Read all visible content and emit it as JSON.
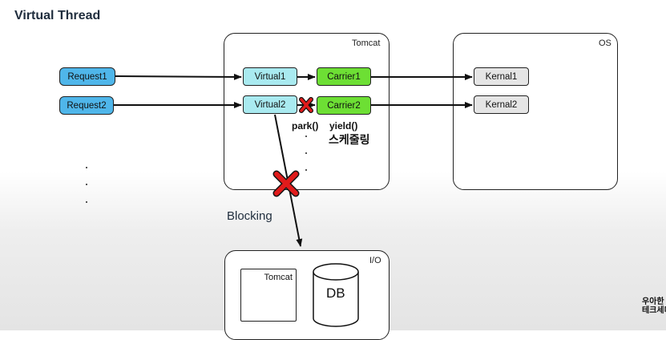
{
  "title": "Virtual Thread",
  "containers": {
    "tomcat": "Tomcat",
    "os": "OS",
    "io": "I/O",
    "inner_tomcat": "Tomcat"
  },
  "nodes": {
    "request1": "Request1",
    "request2": "Request2",
    "virtual1": "Virtual1",
    "virtual2": "Virtual2",
    "carrier1": "Carrier1",
    "carrier2": "Carrier2",
    "kernal1": "Kernal1",
    "kernal2": "Kernal2",
    "db": "DB"
  },
  "annotations": {
    "park": "park()",
    "yield": "yield()",
    "scheduling": "스케줄링",
    "blocking": "Blocking"
  },
  "watermark": {
    "line1": "우아한 ",
    "line2": "테크세미"
  },
  "colors": {
    "request": "#4fb6ea",
    "virtual": "#a9eaf0",
    "carrier": "#6ddf34",
    "kernal": "#e5e5e5",
    "cross": "#e01b1b"
  }
}
